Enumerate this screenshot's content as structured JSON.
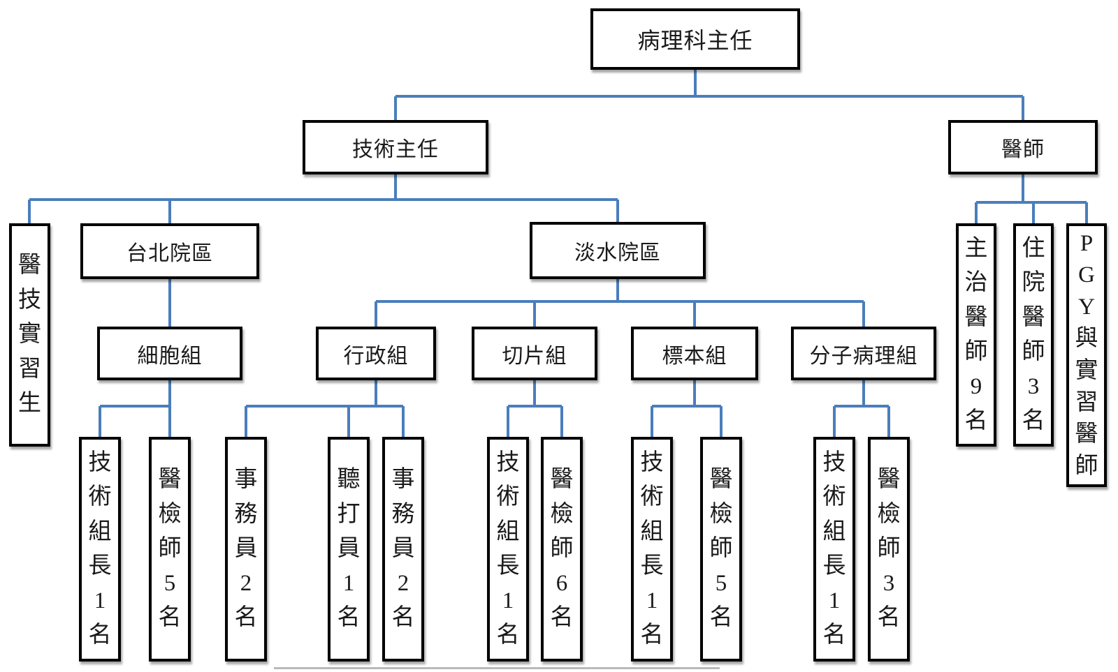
{
  "style": {
    "connector_color": "#4A7EBB",
    "box_border_color": "#000000",
    "box_fill": "#FFFFFF",
    "text_color": "#1A1A1A"
  },
  "tree": {
    "label": "病理科主任",
    "children": [
      {
        "label": "技術主任",
        "children": [
          {
            "label": "醫技實習生",
            "children": []
          },
          {
            "label": "台北院區",
            "children": [
              {
                "label": "細胞組",
                "children": [
                  {
                    "label": "技術組長1名"
                  },
                  {
                    "label": "醫檢師5名"
                  }
                ]
              }
            ]
          },
          {
            "label": "淡水院區",
            "children": [
              {
                "label": "行政組",
                "children": [
                  {
                    "label": "事務員2名"
                  },
                  {
                    "label": "聽打員1名"
                  },
                  {
                    "label": "事務員2名"
                  }
                ]
              },
              {
                "label": "切片組",
                "children": [
                  {
                    "label": "技術組長1名"
                  },
                  {
                    "label": "醫檢師6名"
                  }
                ]
              },
              {
                "label": "標本組",
                "children": [
                  {
                    "label": "技術組長1名"
                  },
                  {
                    "label": "醫檢師5名"
                  }
                ]
              },
              {
                "label": "分子病理組",
                "children": [
                  {
                    "label": "技術組長1名"
                  },
                  {
                    "label": "醫檢師3名"
                  }
                ]
              }
            ]
          }
        ]
      },
      {
        "label": "醫師",
        "children": [
          {
            "label": "主治醫師9名"
          },
          {
            "label": "住院醫師3名"
          },
          {
            "label": "PGY與實習醫師"
          }
        ]
      }
    ]
  }
}
